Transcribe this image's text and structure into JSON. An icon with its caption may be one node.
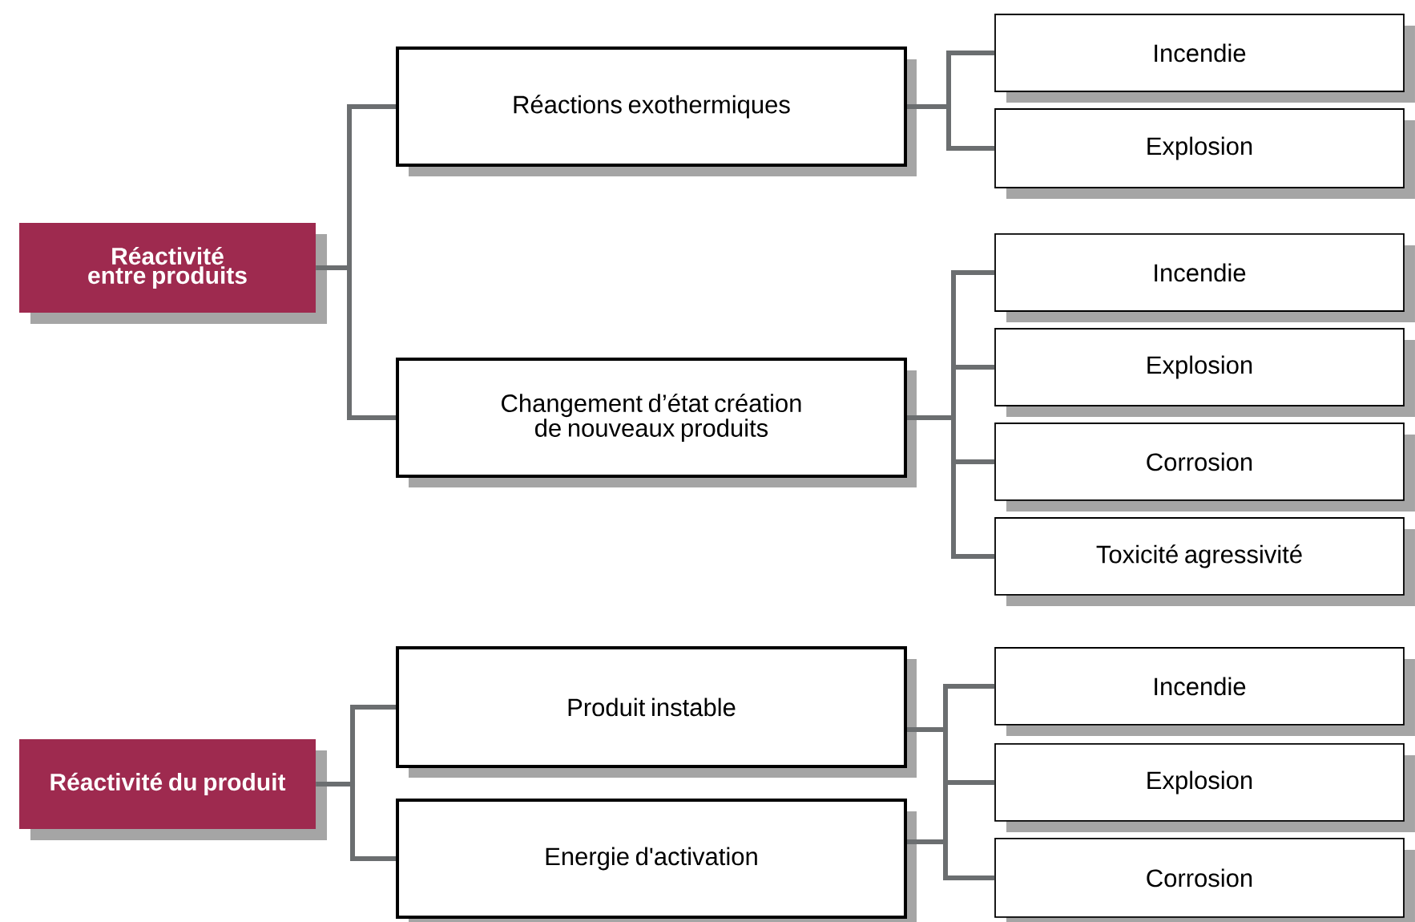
{
  "diagram": {
    "nodes": [
      {
        "text": [
          "Réactivité entre produits"
        ]
      },
      {
        "text": [
          "Réactions exothermiques"
        ]
      },
      {
        "text": [
          "Changement d’état création de nouveaux produits"
        ]
      },
      {
        "text": [
          "Incendie"
        ]
      },
      {
        "text": [
          "Explosion"
        ]
      },
      {
        "text": [
          "Incendie"
        ]
      },
      {
        "text": [
          "Explosion"
        ]
      },
      {
        "text": [
          "Corrosion"
        ]
      },
      {
        "text": [
          "Toxicité agressivité"
        ]
      },
      {
        "text": [
          "Réactivité du produit"
        ]
      },
      {
        "text": [
          "Produit instable"
        ]
      },
      {
        "text": [
          "Energie d'activation"
        ]
      },
      {
        "text": [
          "Incendie"
        ]
      },
      {
        "text": [
          "Explosion"
        ]
      },
      {
        "text": [
          "Corrosion"
        ]
      }
    ],
    "edges": [
      {
        "from": 0,
        "to": 1,
        "arrow": "none"
      },
      {
        "from": 0,
        "to": 2,
        "arrow": "none"
      },
      {
        "from": 1,
        "to": 3,
        "arrow": "none"
      },
      {
        "from": 1,
        "to": 4,
        "arrow": "none"
      },
      {
        "from": 2,
        "to": 5,
        "arrow": "none"
      },
      {
        "from": 2,
        "to": 6,
        "arrow": "none"
      },
      {
        "from": 2,
        "to": 7,
        "arrow": "none"
      },
      {
        "from": 2,
        "to": 8,
        "arrow": "none"
      },
      {
        "from": 9,
        "to": 10,
        "arrow": "none"
      },
      {
        "from": 9,
        "to": 11,
        "arrow": "none"
      },
      {
        "from": 10,
        "to": 12,
        "arrow": "none"
      },
      {
        "from": 10,
        "to": 13,
        "arrow": "none"
      },
      {
        "from": 10,
        "to": 14,
        "arrow": "none"
      },
      {
        "from": 11,
        "to": 12,
        "arrow": "none"
      },
      {
        "from": 11,
        "to": 13,
        "arrow": "none"
      },
      {
        "from": 11,
        "to": 14,
        "arrow": "none"
      }
    ]
  }
}
